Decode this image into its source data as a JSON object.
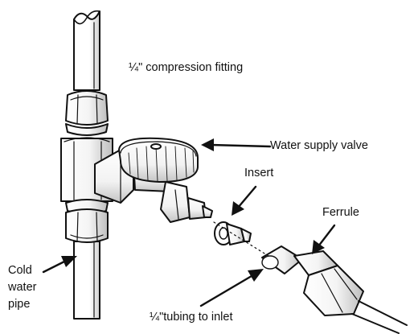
{
  "labels": {
    "compression_fitting": "¼\" compression fitting",
    "water_supply_valve": "Water supply valve",
    "insert": "Insert",
    "ferrule": "Ferrule",
    "tubing_to_inlet": "¼\"tubing to inlet",
    "cold_water_pipe": [
      "Cold",
      "water",
      "pipe"
    ]
  },
  "colors": {
    "line": "#111111",
    "fill": "#ffffff",
    "shade": "#d0d0d0"
  }
}
